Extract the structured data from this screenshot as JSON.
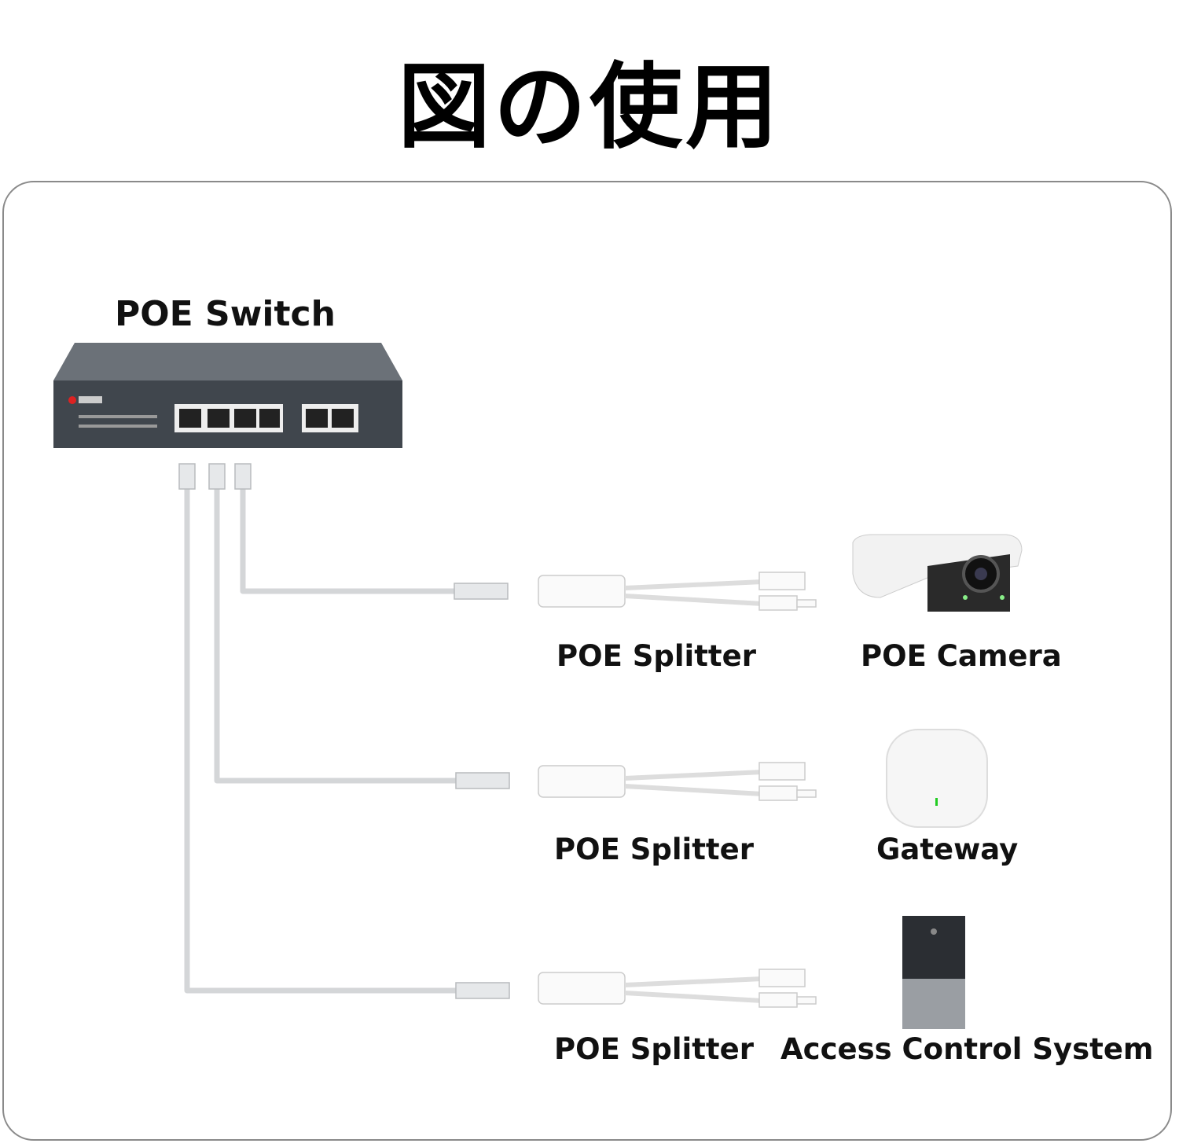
{
  "title": "図の使用",
  "switch": {
    "label": "POE Switch"
  },
  "rows": [
    {
      "splitter_label": "POE Splitter",
      "device_label": "POE Camera",
      "device_icon": "ip-camera-icon"
    },
    {
      "splitter_label": "POE Splitter",
      "device_label": "Gateway",
      "device_icon": "wireless-access-point-icon"
    },
    {
      "splitter_label": "POE Splitter",
      "device_label": "Access Control System",
      "device_icon": "door-access-panel-icon"
    }
  ],
  "colors": {
    "cable": "#d4d6d8",
    "switch_body": "#4a5058",
    "frame": "#8a8a8a"
  }
}
